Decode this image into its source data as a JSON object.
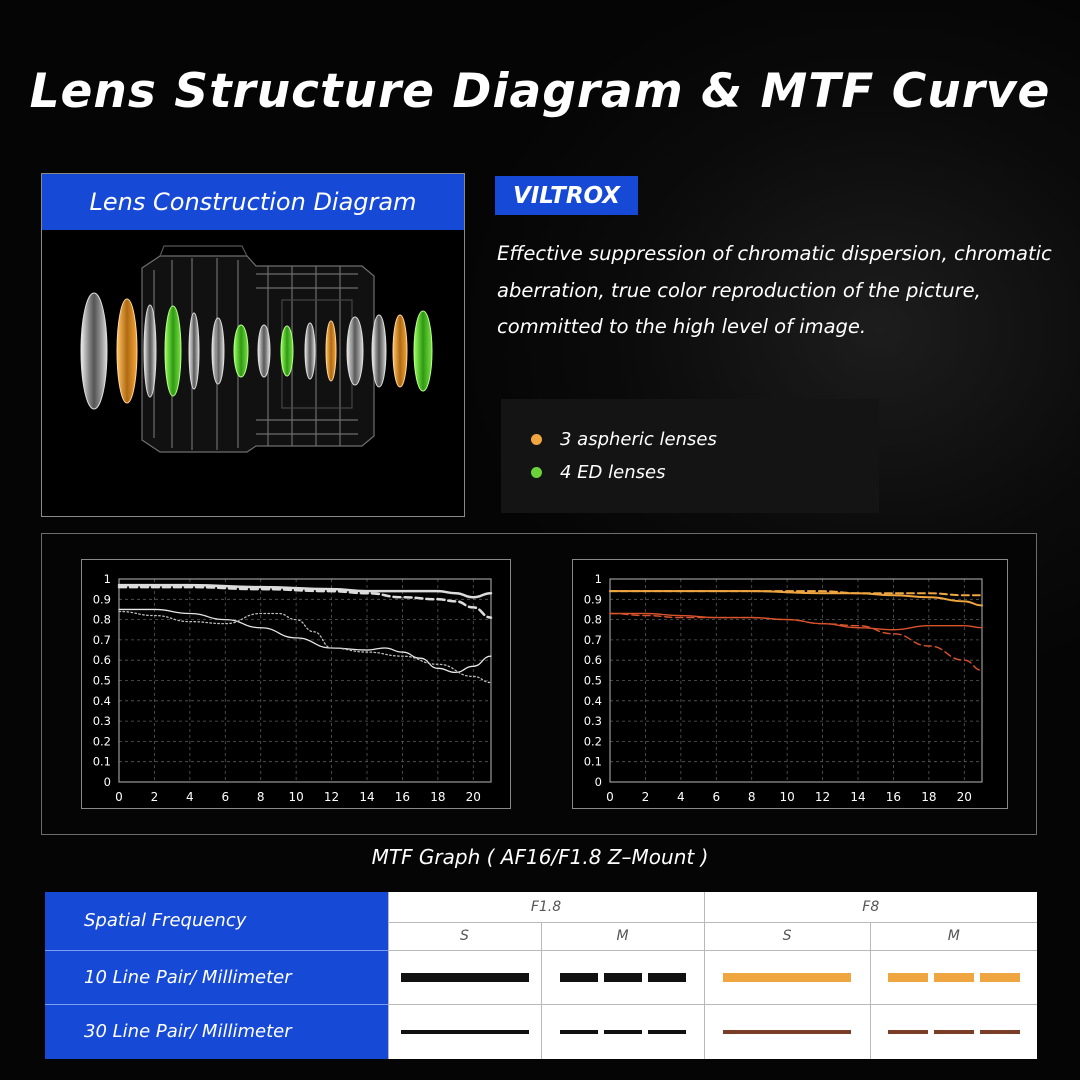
{
  "title": "Lens Structure Diagram & MTF Curve",
  "lens_diagram": {
    "title": "Lens Construction Diagram",
    "lens_colors": {
      "aspheric": "#f0a640",
      "ed": "#6bd33a",
      "standard": "#d9d9d9"
    }
  },
  "brand": {
    "logo_text": "VILTROX"
  },
  "description": "Effective suppression of chromatic dispersion, chromatic aberration, true color reproduction of the picture, committed to the high level of image.",
  "legend": [
    {
      "label": "3 aspheric lenses",
      "color": "#f0a640"
    },
    {
      "label": "4 ED lenses",
      "color": "#6bd33a"
    }
  ],
  "chart_caption": "MTF Graph ( AF16/F1.8 Z–Mount )",
  "chart_data": [
    {
      "type": "line",
      "title": "",
      "xlim": [
        0,
        21
      ],
      "ylim": [
        0,
        1
      ],
      "xticks": [
        0,
        2,
        4,
        6,
        8,
        10,
        12,
        14,
        16,
        18,
        20
      ],
      "yticks": [
        0,
        0.1,
        0.2,
        0.3,
        0.4,
        0.5,
        0.6,
        0.7,
        0.8,
        0.9,
        1
      ],
      "ytick_labels": [
        "0",
        "0.1",
        "0.2",
        "0.3",
        "0.4",
        "0.5",
        "0.6",
        "0.7",
        "0.8",
        "0.9",
        "1"
      ],
      "grid": true,
      "series": [
        {
          "color": "#dcdcdc",
          "style": "solid",
          "width": 2.5,
          "x": [
            0,
            4,
            8,
            12,
            14,
            16,
            18,
            19,
            20,
            21
          ],
          "y": [
            0.97,
            0.97,
            0.96,
            0.95,
            0.94,
            0.94,
            0.94,
            0.93,
            0.91,
            0.93
          ]
        },
        {
          "color": "#dcdcdc",
          "style": "dashed",
          "width": 2.5,
          "x": [
            0,
            4,
            8,
            12,
            14,
            16,
            18,
            19,
            20,
            21
          ],
          "y": [
            0.96,
            0.96,
            0.95,
            0.94,
            0.93,
            0.91,
            0.9,
            0.89,
            0.86,
            0.81
          ]
        },
        {
          "color": "#e6e6e6",
          "style": "solid",
          "width": 1.3,
          "x": [
            0,
            2,
            4,
            6,
            8,
            10,
            12,
            14,
            15,
            16,
            17,
            18,
            19,
            20,
            21
          ],
          "y": [
            0.85,
            0.85,
            0.83,
            0.8,
            0.76,
            0.71,
            0.66,
            0.65,
            0.66,
            0.64,
            0.61,
            0.56,
            0.54,
            0.57,
            0.62
          ]
        },
        {
          "color": "#bdbdbd",
          "style": "dotted",
          "width": 1.3,
          "x": [
            0,
            2,
            4,
            6,
            8,
            9,
            10,
            11,
            12,
            14,
            16,
            18,
            20,
            21
          ],
          "y": [
            0.84,
            0.82,
            0.79,
            0.78,
            0.83,
            0.83,
            0.8,
            0.74,
            0.66,
            0.64,
            0.62,
            0.58,
            0.52,
            0.49
          ]
        }
      ]
    },
    {
      "type": "line",
      "title": "",
      "xlim": [
        0,
        21
      ],
      "ylim": [
        0,
        1
      ],
      "xticks": [
        0,
        2,
        4,
        6,
        8,
        10,
        12,
        14,
        16,
        18,
        20
      ],
      "yticks": [
        0,
        0.1,
        0.2,
        0.3,
        0.4,
        0.5,
        0.6,
        0.7,
        0.8,
        0.9,
        1
      ],
      "ytick_labels": [
        "0",
        "0.1",
        "0.2",
        "0.3",
        "0.4",
        "0.5",
        "0.6",
        "0.7",
        "0.8",
        "0.9",
        "1"
      ],
      "grid": true,
      "series": [
        {
          "color": "#f0a640",
          "style": "solid",
          "width": 2,
          "x": [
            0,
            4,
            8,
            12,
            14,
            16,
            18,
            20,
            21
          ],
          "y": [
            0.94,
            0.94,
            0.94,
            0.93,
            0.93,
            0.92,
            0.91,
            0.89,
            0.87
          ]
        },
        {
          "color": "#f0a640",
          "style": "dashed",
          "width": 2,
          "x": [
            0,
            4,
            8,
            12,
            14,
            16,
            18,
            20,
            21
          ],
          "y": [
            0.94,
            0.94,
            0.94,
            0.94,
            0.93,
            0.93,
            0.93,
            0.92,
            0.92
          ]
        },
        {
          "color": "#d9532b",
          "style": "solid",
          "width": 1.4,
          "x": [
            0,
            2,
            4,
            6,
            8,
            10,
            12,
            14,
            16,
            18,
            20,
            21
          ],
          "y": [
            0.83,
            0.83,
            0.82,
            0.81,
            0.81,
            0.8,
            0.78,
            0.76,
            0.75,
            0.77,
            0.77,
            0.76
          ]
        },
        {
          "color": "#d9532b",
          "style": "dashed",
          "width": 1.4,
          "x": [
            0,
            2,
            4,
            6,
            8,
            10,
            12,
            14,
            16,
            18,
            20,
            21
          ],
          "y": [
            0.83,
            0.82,
            0.81,
            0.81,
            0.81,
            0.8,
            0.78,
            0.77,
            0.73,
            0.67,
            0.6,
            0.55
          ]
        }
      ]
    }
  ],
  "table": {
    "header_label": "Spatial Frequency",
    "apertures": [
      "F1.8",
      "F8"
    ],
    "sub_headers": [
      "S",
      "M",
      "S",
      "M"
    ],
    "rows": [
      {
        "label": "10 Line Pair/ Millimeter",
        "colors": [
          "#111111",
          "#111111",
          "#f0a640",
          "#f0a640"
        ]
      },
      {
        "label": "30 Line Pair/ Millimeter",
        "colors": [
          "#111111",
          "#111111",
          "#7a3d28",
          "#7a3d28"
        ]
      }
    ]
  }
}
